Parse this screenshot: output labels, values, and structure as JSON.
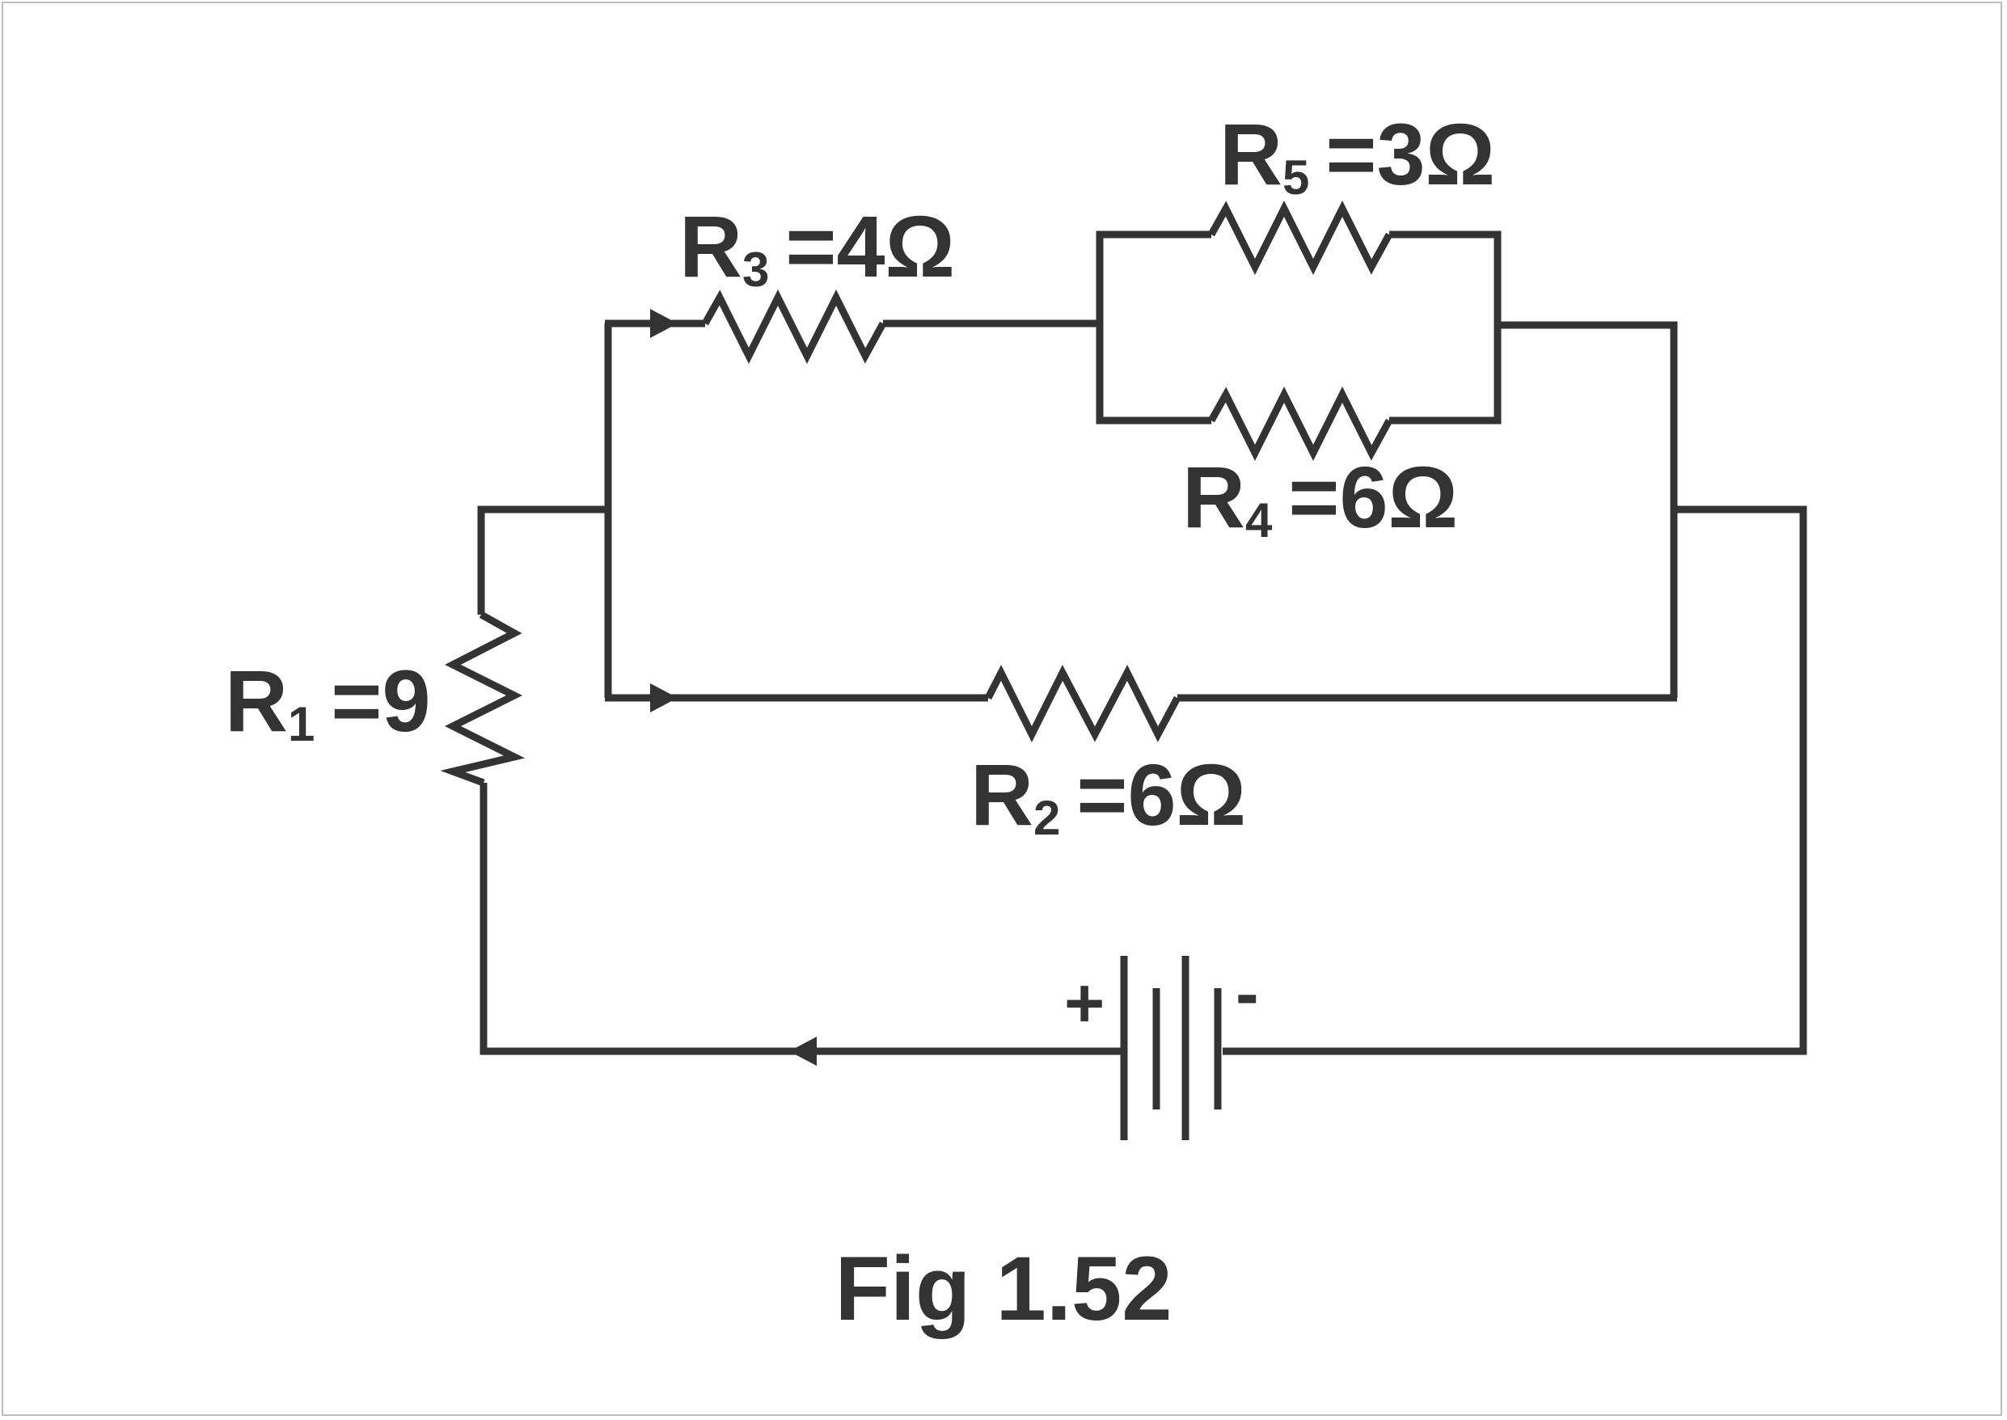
{
  "figure": {
    "caption": "Fig 1.52"
  },
  "resistors": {
    "r1": {
      "label": "R",
      "sub": "1",
      "value": "=9"
    },
    "r2": {
      "label": "R",
      "sub": "2",
      "value": "=6Ω"
    },
    "r3": {
      "label": "R",
      "sub": "3",
      "value": "=4Ω"
    },
    "r4": {
      "label": "R",
      "sub": "4",
      "value": "=6Ω"
    },
    "r5": {
      "label": "R",
      "sub": "5",
      "value": "=3Ω"
    }
  },
  "battery": {
    "plus": "+",
    "minus": "-"
  },
  "colors": {
    "ink": "#333333",
    "background": "#ffffff",
    "border": "#bdbdbd"
  }
}
